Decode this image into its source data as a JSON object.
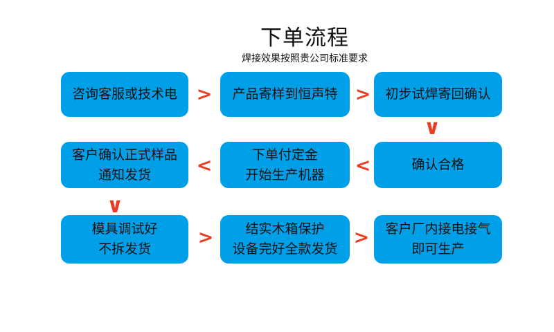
{
  "page": {
    "title": "下单流程",
    "subtitle": "焊接效果按照贵公司标准要求"
  },
  "colors": {
    "box-blue": "#00a0e9",
    "arrow-red": "#ea3b23",
    "text-dark": "#111111",
    "bg": "#ffffff"
  },
  "glyphs": {
    "arrow_right": ">",
    "arrow_left": "<",
    "arrow_down": "∨"
  },
  "steps": [
    {
      "name": "consult",
      "line1": "咨询客服或技术电"
    },
    {
      "name": "send-sample",
      "line1": "产品寄样到恒声特"
    },
    {
      "name": "trial-weld-confirm",
      "line1": "初步试焊寄回确认"
    },
    {
      "name": "confirm-qualified",
      "line1": "确认合格"
    },
    {
      "name": "order-pay-deposit",
      "line1": "下单付定金",
      "line2": "开始生产机器"
    },
    {
      "name": "customer-confirm-sample",
      "line1": "客户确认正式样品",
      "line2": "通知发货"
    },
    {
      "name": "mold-ready",
      "line1": "模具调试好",
      "line2": "不拆发货"
    },
    {
      "name": "crate-full-payment-ship",
      "line1": "结实木箱保护",
      "line2": "设备完好全款发货"
    },
    {
      "name": "customer-power-gas",
      "line1": "客户厂内接电接气",
      "line2": "即可生产"
    }
  ]
}
